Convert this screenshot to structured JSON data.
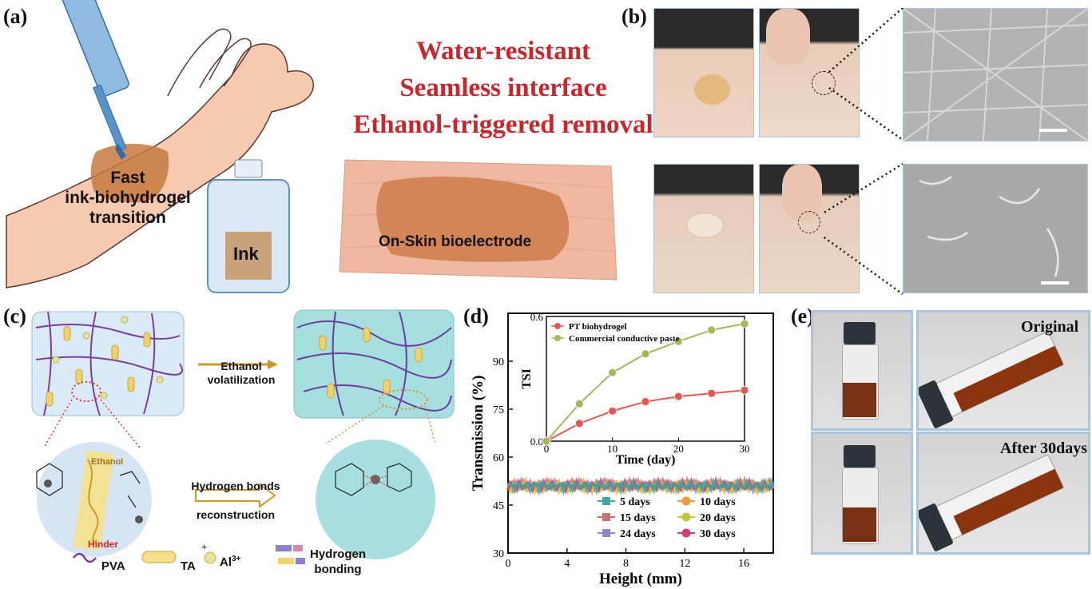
{
  "panels": {
    "a": "(a)",
    "b": "(b)",
    "c": "(c)",
    "d": "(d)",
    "e": "(e)"
  },
  "panel_a": {
    "features": [
      "Water-resistant",
      "Seamless interface",
      "Ethanol-triggered removal"
    ],
    "arm_label_lines": [
      "Fast",
      "ink-biohydrogel",
      "transition"
    ],
    "bottle_label": "Ink",
    "patch_label": "On-Skin bioelectrode",
    "colors": {
      "title_red": "#c8262b",
      "skin": "#f6c9b0",
      "ink": "#c77a3e",
      "bottle_blue": "#5b93c9"
    }
  },
  "panel_c": {
    "arrow1_lines": [
      "Ethanol",
      "volatilization"
    ],
    "arrow2_lines": [
      "Hydrogen bonds",
      "reconstruction"
    ],
    "ethanol_label": "Ethanol",
    "hinder_label": "Hinder",
    "legend": {
      "pva": "PVA",
      "ta": "TA",
      "al": "Al",
      "al_sup": "3+",
      "hb_lines": [
        "Hydrogen",
        "bonding"
      ]
    },
    "colors": {
      "pva": "#7a3f9e",
      "ta": "#f2d36b",
      "al": "#d9d36a",
      "bond": "#5a5fb8"
    }
  },
  "chart_data": {
    "type": "line",
    "xlabel": "Height (mm)",
    "ylabel": "Transmission (%)",
    "xlim": [
      0,
      18
    ],
    "ylim": [
      30,
      105
    ],
    "xticks": [
      "0",
      "4",
      "8",
      "12",
      "16"
    ],
    "yticks": [
      "30",
      "45",
      "60",
      "75",
      "90"
    ],
    "series": [
      {
        "name": "5 days",
        "color": "#3aa7a8",
        "marker": "square",
        "values_mean": 51
      },
      {
        "name": "10 days",
        "color": "#f49a3a",
        "marker": "circle",
        "values_mean": 51
      },
      {
        "name": "15 days",
        "color": "#c97070",
        "marker": "square",
        "values_mean": 51
      },
      {
        "name": "20 days",
        "color": "#c6c63a",
        "marker": "circle",
        "values_mean": 51
      },
      {
        "name": "24 days",
        "color": "#8f86c9",
        "marker": "square",
        "values_mean": 51
      },
      {
        "name": "30 days",
        "color": "#d63a78",
        "marker": "circle",
        "values_mean": 51
      }
    ],
    "inset": {
      "xlabel": "Time (day)",
      "ylabel": "TSI",
      "xlim": [
        0,
        30
      ],
      "ylim": [
        0,
        0.6
      ],
      "xticks": [
        "0",
        "10",
        "20",
        "30"
      ],
      "yticks": [
        "0.0",
        "0.6"
      ],
      "series": [
        {
          "name": "PT biohydrogel",
          "color": "#e8574f",
          "x": [
            0,
            5,
            10,
            15,
            20,
            25,
            30
          ],
          "y": [
            0.0,
            0.085,
            0.145,
            0.19,
            0.215,
            0.23,
            0.245
          ]
        },
        {
          "name": "Commercial conductive paste",
          "color": "#a8b55a",
          "x": [
            0,
            5,
            10,
            15,
            20,
            25,
            30
          ],
          "y": [
            0.0,
            0.18,
            0.33,
            0.42,
            0.48,
            0.535,
            0.565
          ]
        }
      ]
    }
  },
  "panel_e": {
    "original_label": "Original",
    "after_label": "After 30days"
  }
}
